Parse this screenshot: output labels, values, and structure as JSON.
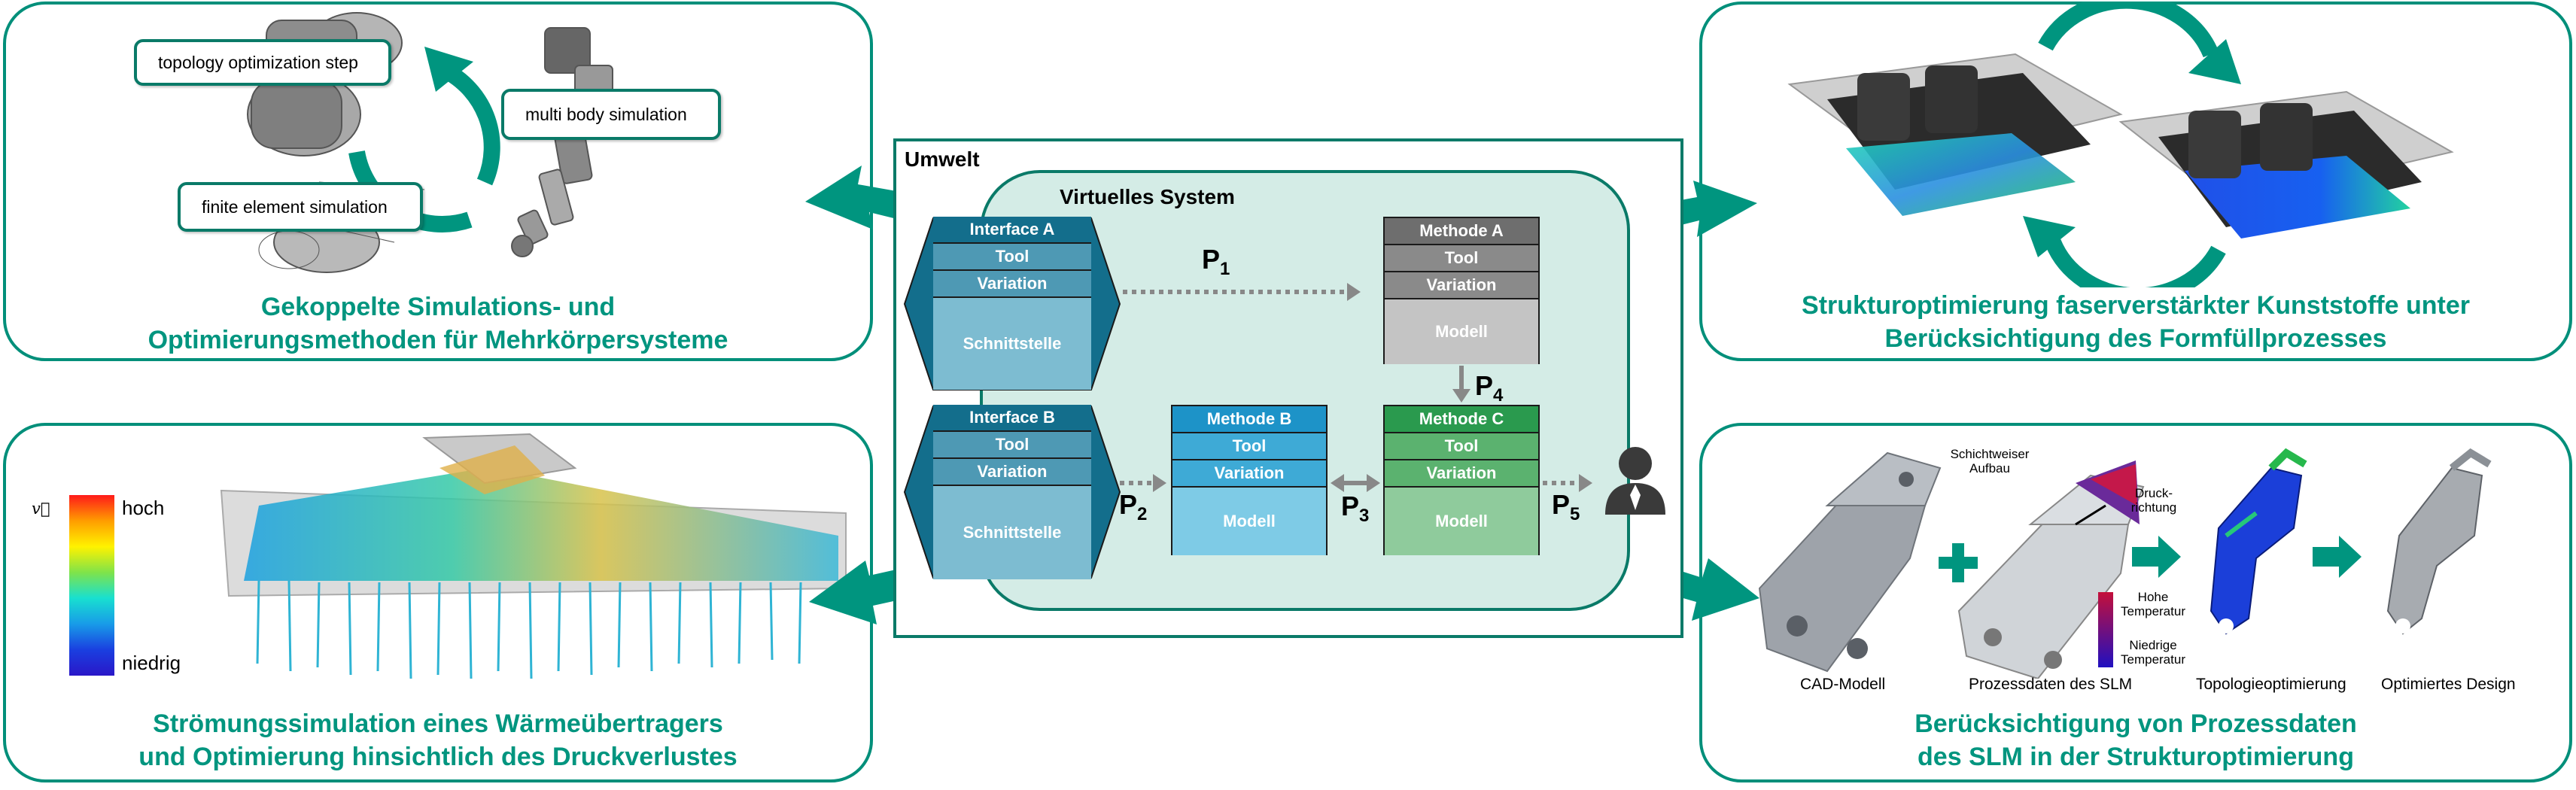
{
  "center": {
    "environment_label": "Umwelt",
    "virtual_system_label": "Virtuelles System",
    "interface_a": {
      "title": "Interface A",
      "tool": "Tool",
      "variation": "Variation",
      "body": "Schnittstelle"
    },
    "interface_b": {
      "title": "Interface B",
      "tool": "Tool",
      "variation": "Variation",
      "body": "Schnittstelle"
    },
    "method_a": {
      "title": "Methode A",
      "tool": "Tool",
      "variation": "Variation",
      "body": "Modell"
    },
    "method_b": {
      "title": "Methode B",
      "tool": "Tool",
      "variation": "Variation",
      "body": "Modell"
    },
    "method_c": {
      "title": "Methode C",
      "tool": "Tool",
      "variation": "Variation",
      "body": "Modell"
    },
    "paths": [
      {
        "letter": "P",
        "index": "1"
      },
      {
        "letter": "P",
        "index": "2"
      },
      {
        "letter": "P",
        "index": "3"
      },
      {
        "letter": "P",
        "index": "4"
      },
      {
        "letter": "P",
        "index": "5"
      }
    ]
  },
  "panels": {
    "top_left": {
      "title_line1": "Gekoppelte Simulations- und",
      "title_line2": "Optimierungsmethoden für Mehrkörpersysteme",
      "callouts": [
        "topology optimization step",
        "multi body simulation",
        "finite element simulation"
      ]
    },
    "top_right": {
      "title_line1": "Strukturoptimierung faserverstärkter Kunststoffe unter",
      "title_line2": "Berücksichtigung des Formfüllprozesses"
    },
    "bottom_left": {
      "title_line1": "Strömungssimulation eines Wärmeübertragers",
      "title_line2": "und Optimierung hinsichtlich des Druckverlustes",
      "legend_symbol": "v⃗",
      "legend_high": "hoch",
      "legend_low": "niedrig"
    },
    "bottom_right": {
      "title_line1": "Berücksichtigung von Prozessdaten",
      "title_line2": "des SLM in der Strukturoptimierung",
      "step_labels": [
        "CAD-Modell",
        "Prozessdaten des SLM",
        "Topologieoptimierung",
        "Optimiertes Design"
      ],
      "layer_note_line1": "Schichtweiser",
      "layer_note_line2": "Aufbau",
      "direction_note_line1": "Druck-",
      "direction_note_line2": "richtung",
      "temp_high_line1": "Hohe",
      "temp_high_line2": "Temperatur",
      "temp_low_line1": "Niedrige",
      "temp_low_line2": "Temperatur"
    }
  },
  "colors": {
    "teal_accent": "#00957f",
    "interface_dark": "#136e8c",
    "interface_light": "#7dbcd1",
    "method_gray_dark": "#777777",
    "method_gray_light": "#c4c4c4",
    "method_blue_dark": "#1d93c8",
    "method_blue_light": "#7ecbe6",
    "method_green_dark": "#2f9652",
    "method_green_light": "#8fcb9c",
    "virtual_system_fill": "#d4ece6"
  }
}
